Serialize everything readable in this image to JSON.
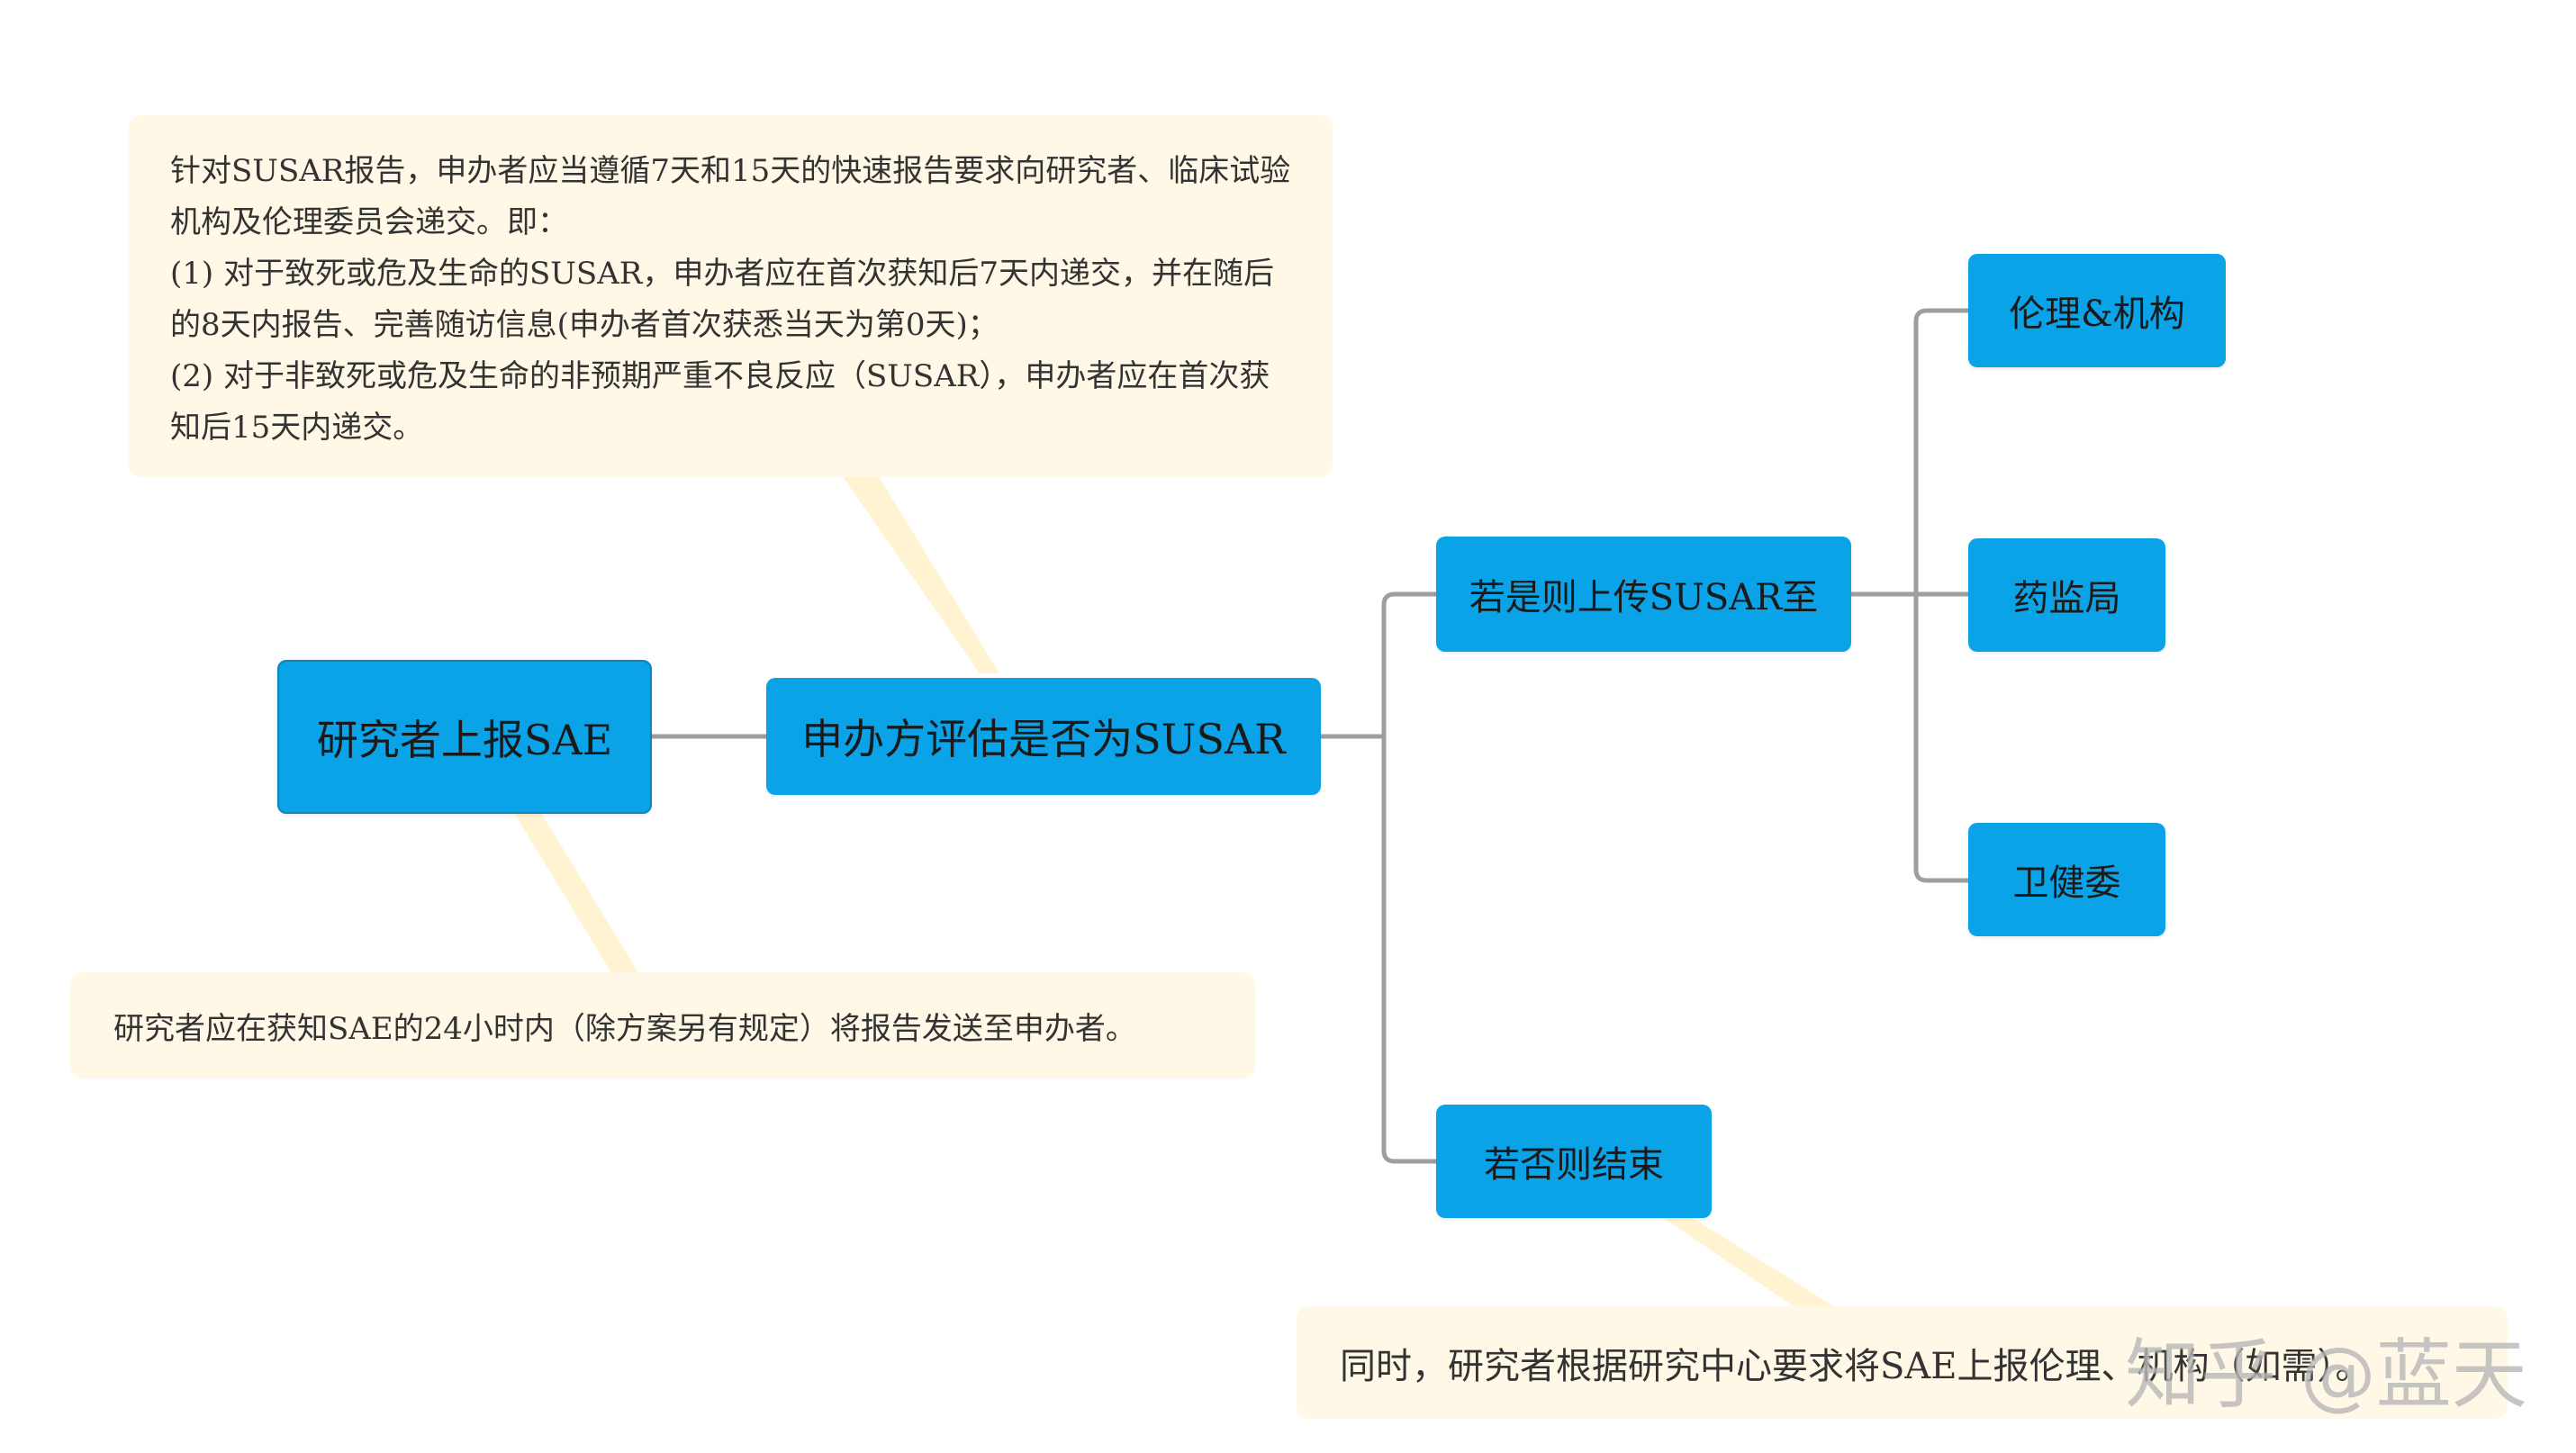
{
  "nodes": {
    "root": "研究者上报SAE",
    "main": "申办方评估是否为SUSAR",
    "yes": "若是则上传SUSAR至",
    "no": "若否则结束",
    "ethics": "伦理&机构",
    "nmpa": "药监局",
    "nhc": "卫健委"
  },
  "notes": {
    "top": [
      "针对SUSAR报告，申办者应当遵循7天和15天的快速报告要求向研究者、临床试验机构及伦理委员会递交。即：",
      "(1) 对于致死或危及生命的SUSAR，申办者应在首次获知后7天内递交，并在随后的8天内报告、完善随访信息(申办者首次获悉当天为第0天)；",
      "(2) 对于非致死或危及生命的非预期严重不良反应（SUSAR），申办者应在首次获知后15天内递交。"
    ],
    "left": "研究者应在获知SAE的24小时内（除方案另有规定）将报告发送至申办者。",
    "bottom": "同时，研究者根据研究中心要求将SAE上报伦理、机构（如需）。"
  },
  "watermark": "知乎 @蓝天",
  "colors": {
    "node": "#0aa3e8",
    "node_border": "#0b86bf",
    "note": "#fff8e6",
    "note_connector": "#fff1cc",
    "line": "#9e9e9e"
  }
}
